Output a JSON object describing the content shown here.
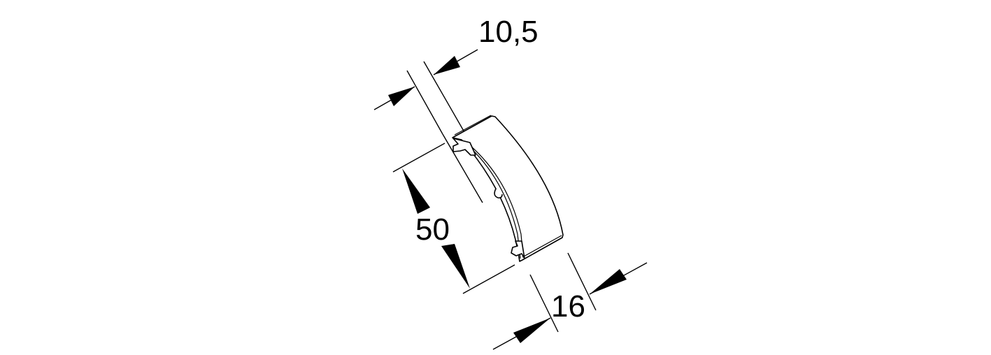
{
  "drawing": {
    "type": "technical-dimension-drawing",
    "subject": "profile cover cross-section",
    "line_color": "#000000",
    "background_color": "#ffffff"
  },
  "dimensions": {
    "thickness": {
      "label": "10,5"
    },
    "width": {
      "label": "50"
    },
    "depth": {
      "label": "16"
    }
  }
}
